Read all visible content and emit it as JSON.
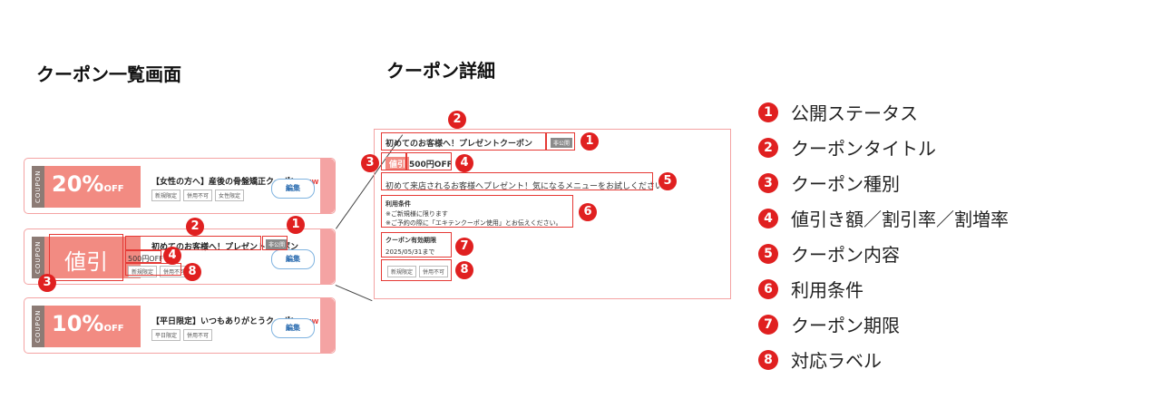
{
  "headings": {
    "list": "クーポン一覧画面",
    "detail": "クーポン詳細"
  },
  "list_cards": [
    {
      "discount": "20%",
      "suffix": "OFF",
      "title": "【女性の方へ】産後の骨盤矯正クーポン",
      "new": "NEW",
      "tags": [
        "新規限定",
        "併用不可",
        "女性限定"
      ],
      "edit": "編集"
    },
    {
      "discount": "値引",
      "title": "初めてのお客様へ！プレゼントクーポン",
      "status": "非公開",
      "amount": "500円OFF",
      "tags": [
        "新規限定",
        "併用不可"
      ],
      "edit": "編集"
    },
    {
      "discount": "10%",
      "suffix": "OFF",
      "title": "【平日限定】いつもありがとうクーポン",
      "new": "NEW",
      "tags": [
        "平日限定",
        "併用不可"
      ],
      "edit": "編集"
    }
  ],
  "coupon_vert": "COUPON",
  "detail": {
    "title": "初めてのお客様へ！プレゼントクーポン",
    "status": "非公開",
    "type": "値引",
    "amount": "500円OFF",
    "content": "初めて来店されるお客様へプレゼント！気になるメニューをお試しください♪",
    "conditions_label": "利用条件",
    "conditions": [
      "※ご新規様に限ります",
      "※ご予約の際に「エキテンクーポン使用」とお伝えください。"
    ],
    "period_label": "クーポン有効期限",
    "period": "2025/05/31まで",
    "tags": [
      "新規限定",
      "併用不可"
    ]
  },
  "legend": [
    {
      "num": "1",
      "text": "公開ステータス"
    },
    {
      "num": "2",
      "text": "クーポンタイトル"
    },
    {
      "num": "3",
      "text": "クーポン種別"
    },
    {
      "num": "4",
      "text": "値引き額／割引率／割増率"
    },
    {
      "num": "5",
      "text": "クーポン内容"
    },
    {
      "num": "6",
      "text": "利用条件"
    },
    {
      "num": "7",
      "text": "クーポン期限"
    },
    {
      "num": "8",
      "text": "対応ラベル"
    }
  ],
  "markers": {
    "n1": "1",
    "n2": "2",
    "n3": "3",
    "n4": "4",
    "n5": "5",
    "n6": "6",
    "n7": "7",
    "n8": "8"
  },
  "colors": {
    "accent": "#f28b82",
    "marker": "#e02020",
    "border": "#f4a3a3"
  }
}
